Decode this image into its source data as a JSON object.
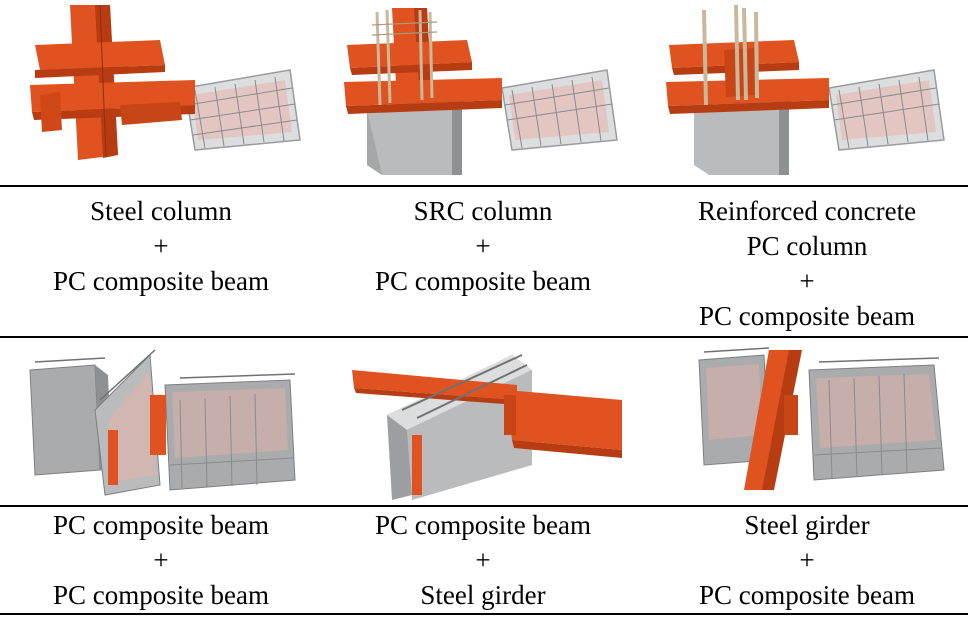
{
  "rows": [
    {
      "cells": [
        {
          "lines": [
            "Steel column",
            "+",
            "PC composite beam"
          ],
          "figure": "steel-column-pc-beam-joint"
        },
        {
          "lines": [
            "SRC column",
            "+",
            "PC composite beam"
          ],
          "figure": "src-column-pc-beam-joint"
        },
        {
          "lines": [
            "Reinforced concrete",
            "PC column",
            "+",
            "PC composite beam"
          ],
          "figure": "rc-pc-column-pc-beam-joint"
        }
      ]
    },
    {
      "cells": [
        {
          "lines": [
            "PC composite beam",
            "+",
            "PC composite beam"
          ],
          "figure": "pc-beam-pc-beam-joint"
        },
        {
          "lines": [
            "PC composite beam",
            "+",
            "Steel girder"
          ],
          "figure": "pc-beam-steel-girder-joint"
        },
        {
          "lines": [
            "Steel girder",
            "+",
            "PC composite beam"
          ],
          "figure": "steel-girder-pc-beam-joint"
        }
      ]
    }
  ],
  "colors": {
    "steel": "#e0521f",
    "steel_dark": "#b83c12",
    "concrete": "#b9bbbd",
    "concrete_dark": "#8e9092",
    "mesh": "#d9dadb",
    "rebar": "#c9b89a"
  }
}
